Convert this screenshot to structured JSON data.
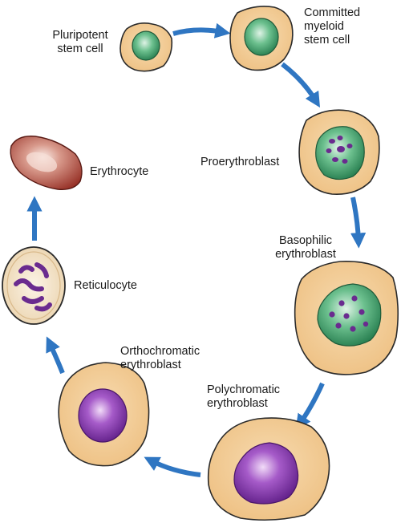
{
  "labels": {
    "pluripotent": "Pluripotent\nstem cell",
    "committed": "Committed\nmyeloid\nstem cell",
    "proerythroblast": "Proerythroblast",
    "basophilic": "Basophilic\nerythroblast",
    "polychromatic": "Polychromatic\nerythroblast",
    "orthochromatic": "Orthochromatic\nerythroblast",
    "reticulocyte": "Reticulocyte",
    "erythrocyte": "Erythrocyte"
  },
  "colors": {
    "cytoplasm": "#f1c98b",
    "nucleus_green": "#2f8f5e",
    "nucleus_purple": "#7b2ea0",
    "arrow": "#2f76c2",
    "erythrocyte": "#a9453a"
  }
}
